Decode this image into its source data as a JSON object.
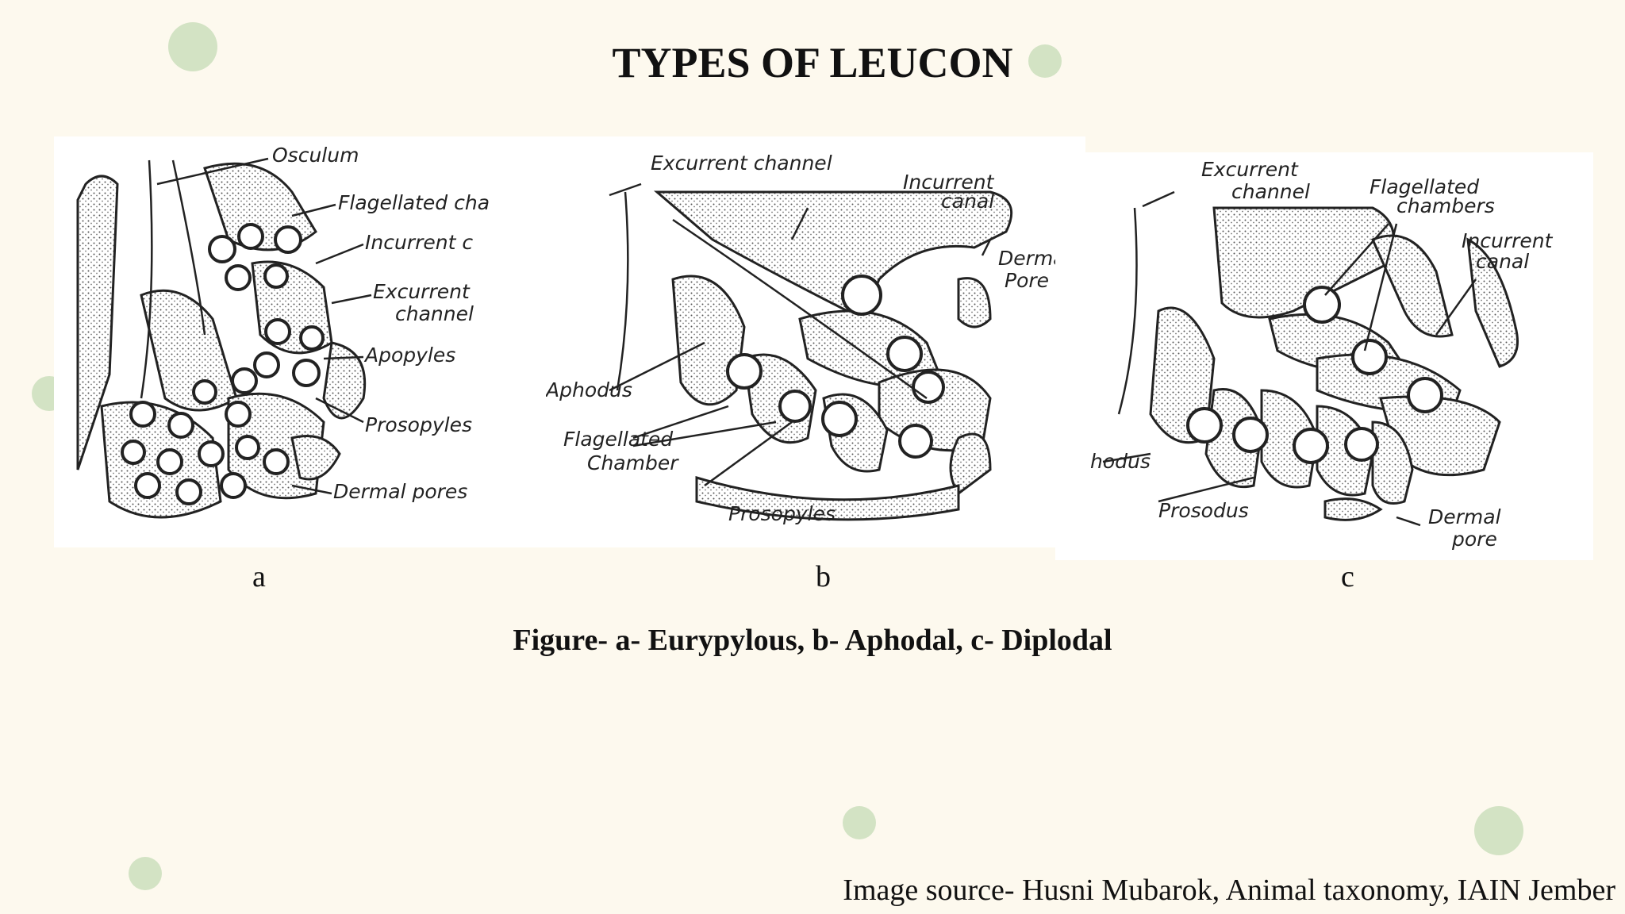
{
  "title": "TYPES OF LEUCON",
  "panels": [
    {
      "letter": "a",
      "labels": [
        "Osculum",
        "Flagellated cha",
        "Incurrent c",
        "Excurrent",
        "channel",
        "Apopyles",
        "Prosopyles",
        "Dermal pores"
      ]
    },
    {
      "letter": "b",
      "labels": [
        "Excurrent channel",
        "Incurrent",
        "canal",
        "Dermal",
        "Pore",
        "Aphodus",
        "Flagellated",
        "Chamber",
        "Prosopyles"
      ]
    },
    {
      "letter": "c",
      "labels": [
        "Excurrent",
        "channel",
        "Flagellated",
        "chambers",
        "Incurrent",
        "canal",
        "hodus",
        "Prosodus",
        "Dermal",
        "pore"
      ]
    }
  ],
  "caption": "Figure- a- Eurypylous, b- Aphodal, c- Diplodal",
  "source": "Image source-  Husni Mubarok, Animal taxonomy, IAIN Jember",
  "colors": {
    "background": "#fdf9ee",
    "dots": "#d3e3c4",
    "text": "#111111"
  }
}
